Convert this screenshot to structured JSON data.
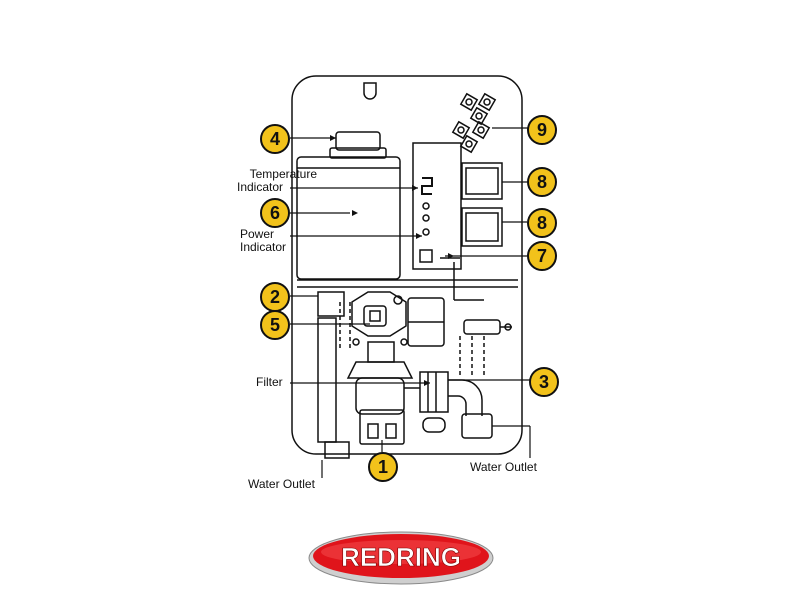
{
  "diagram": {
    "callouts": [
      "1",
      "2",
      "3",
      "4",
      "5",
      "6",
      "7",
      "8",
      "8",
      "9"
    ],
    "labels": {
      "temperature_indicator_line1": "Temperature",
      "temperature_indicator_line2": "Indicator",
      "power_indicator_line1": "Power",
      "power_indicator_line2": "Indicator",
      "filter": "Filter",
      "water_outlet_left": "Water Outlet",
      "water_outlet_right": "Water Outlet"
    }
  },
  "brand": {
    "logo_text": "REDRING",
    "colors": {
      "red": "#e0141b",
      "badge": "#f2c21b",
      "line": "#111111"
    }
  }
}
